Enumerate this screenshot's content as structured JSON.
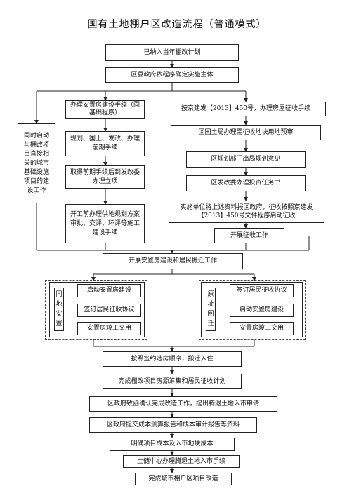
{
  "title": "国有土地棚户区改造流程（普通模式）",
  "nodes": {
    "n1": "已纳入当年棚改计划",
    "n2": "区县政府依程序确定实施主体",
    "left_side": "同时启动与棚改项目直接相关的城市基础设施项目的建设工作",
    "l1": "办理安置房建设手续（同基础程序）",
    "l2": "规划、国土、发改、办理前期手续",
    "l3": "取得前期手续后到发改委办理立项",
    "l4": "开工前办理供地规划方案审批、交评、环评等施工建设手续",
    "r1": "按京建发【2013】450号，办理房屋征收手续",
    "r2": "区国土局办理需征收地块用地预审",
    "r3": "区规划部门出局规划意见",
    "r4": "区发改委办理投资任务书",
    "r5": "实施单位将上述资料报区政府，征收按照京建发【2013】450号文件程序启动征收",
    "r6": "开展征收工作",
    "m1": "开展安置房建设和居民搬迁工作",
    "g1_label": "同地安置",
    "g1_items": [
      "启动安置房建设",
      "签订居民征收协议",
      "安置房竣工交用"
    ],
    "g2_label": "原址回迁",
    "g2_items": [
      "签订居民征收协议",
      "启动安置房建设",
      "安置房竣工交用"
    ],
    "b1": "按照签约选房顺序，搬迁入住",
    "b2": "完成棚改项目房源筹集和居民征收计划",
    "b3": "区政府致函确认完成改造工作，提出腾退土地入市申请",
    "b4": "区政府提交成本测算报告和成本审计报告等资料",
    "b5": "明确项目成本及入市地块成本",
    "b6": "土储中心办理腾退土地入市手续",
    "b7": "完成城市棚户区项目改造"
  }
}
